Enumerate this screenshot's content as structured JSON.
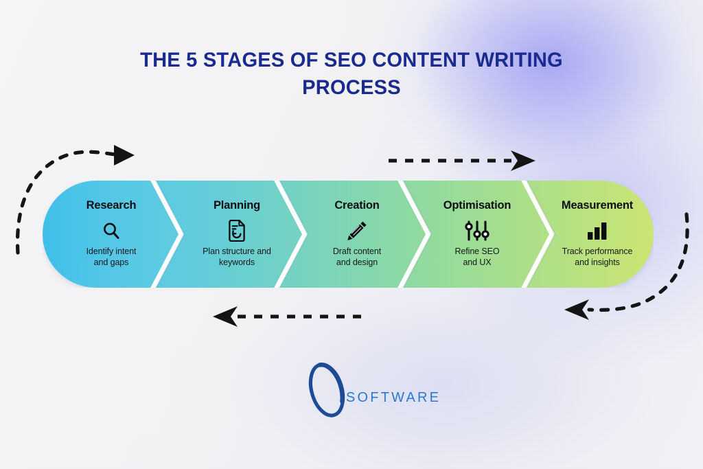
{
  "meta": {
    "title": "THE 5 STAGES OF SEO CONTENT WRITING PROCESS",
    "title_color": "#1a2a8f",
    "background_accent": "#9a9cf6"
  },
  "banner": {
    "gradient_start": "#4fc3ea",
    "gradient_mid": "#72d0c5",
    "gradient_end": "#c0e276",
    "divider_color": "#ffffff"
  },
  "stages": [
    {
      "index": 1,
      "name": "Research",
      "description": "Identify intent\nand gaps",
      "desc_line1": "Identify intent",
      "desc_line2": "and gaps",
      "icon": "magnifier-icon",
      "color": "#52c5ea"
    },
    {
      "index": 2,
      "name": "Planning",
      "description": "Plan structure and\nkeywords",
      "desc_line1": "Plan structure and",
      "desc_line2": "keywords",
      "icon": "document-refresh-icon",
      "color": "#65cbd8"
    },
    {
      "index": 3,
      "name": "Creation",
      "description": "Draft content\nand design",
      "desc_line1": "Draft content",
      "desc_line2": "and design",
      "icon": "pencil-icon",
      "color": "#7ed3b4"
    },
    {
      "index": 4,
      "name": "Optimisation",
      "description": "Refine SEO\nand UX",
      "desc_line1": "Refine SEO",
      "desc_line2": "and UX",
      "icon": "sliders-icon",
      "color": "#96dc95"
    },
    {
      "index": 5,
      "name": "Measurement",
      "description": "Track performance\nand insights",
      "desc_line1": "Track performance",
      "desc_line2": "and insights",
      "icon": "bar-chart-icon",
      "color": "#bce07a"
    }
  ],
  "arrows": [
    {
      "id": "arrow-left-curve",
      "style": "dashed",
      "direction": "up-right",
      "shape": "curved"
    },
    {
      "id": "arrow-top-right",
      "style": "dashed",
      "direction": "right",
      "shape": "straight"
    },
    {
      "id": "arrow-bottom-left",
      "style": "dashed",
      "direction": "left",
      "shape": "straight"
    },
    {
      "id": "arrow-right-curve",
      "style": "dashed",
      "direction": "down-left",
      "shape": "curved"
    }
  ],
  "logo": {
    "word": "SOFTWARE",
    "mark": "ellipse-ring-logo",
    "ring_color": "#1d4b96",
    "word_color": "#2878d8"
  }
}
